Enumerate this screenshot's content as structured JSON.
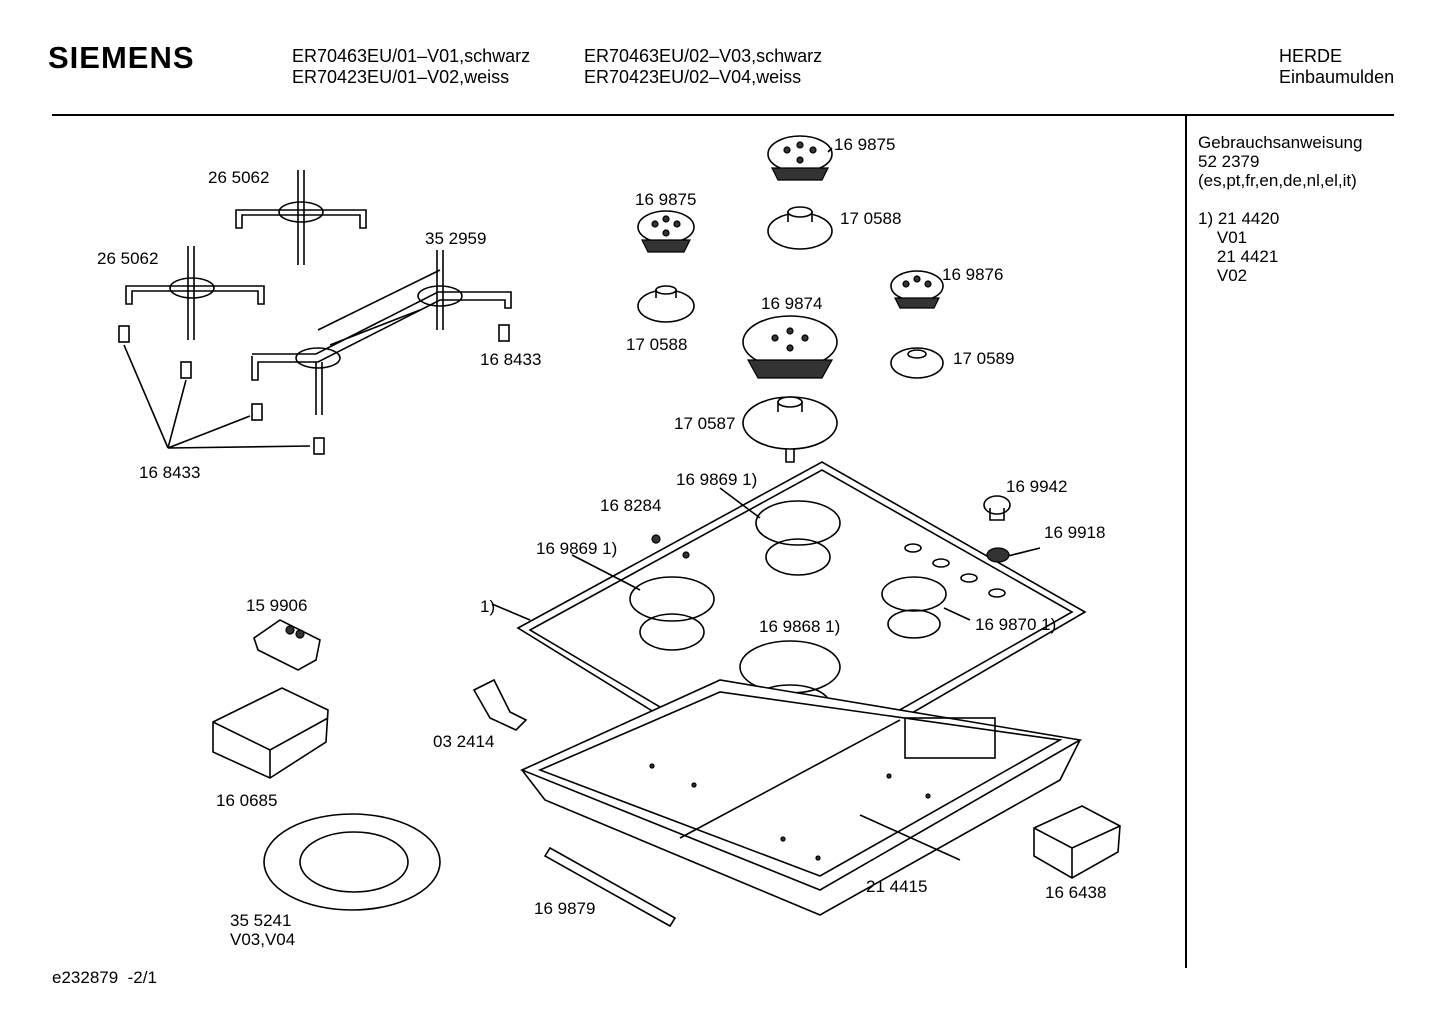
{
  "header": {
    "brand": "SIEMENS",
    "models_col1": [
      "ER70463EU/01–V01,schwarz",
      "ER70423EU/01–V02,weiss"
    ],
    "models_col2": [
      "ER70463EU/02–V03,schwarz",
      "ER70423EU/02–V04,weiss"
    ],
    "category": [
      "HERDE",
      "Einbaumulden"
    ]
  },
  "sidebar": {
    "lines": [
      "Gebrauchsanweisung",
      "52 2379",
      "(es,pt,fr,en,de,nl,el,it)",
      "",
      "1) 21 4420",
      "    V01",
      "    21 4421",
      "    V02"
    ]
  },
  "parts": {
    "p265062a": "26 5062",
    "p265062b": "26 5062",
    "p352959": "35 2959",
    "p168433a": "16 8433",
    "p168433b": "16 8433",
    "p169875a": "16 9875",
    "p169875b": "16 9875",
    "p170588a": "17 0588",
    "p170588b": "17 0588",
    "p169876": "16 9876",
    "p169874": "16 9874",
    "p170589": "17 0589",
    "p170587": "17 0587",
    "p169869a": "16 9869 1)",
    "p169869b": "16 9869 1)",
    "p168284": "16 8284",
    "p169942": "16 9942",
    "p169918": "16 9918",
    "p1": "1)",
    "p159906": "15 9906",
    "p169868": "16 9868 1)",
    "p169870": "16 9870 1)",
    "p032414": "03 2414",
    "p160685": "16 0685",
    "p355241": "35 5241",
    "p355241v": "V03,V04",
    "p169879": "16 9879",
    "p214415": "21 4415",
    "p166438": "16 6438"
  },
  "footer": {
    "code": "e232879  -2/1"
  }
}
